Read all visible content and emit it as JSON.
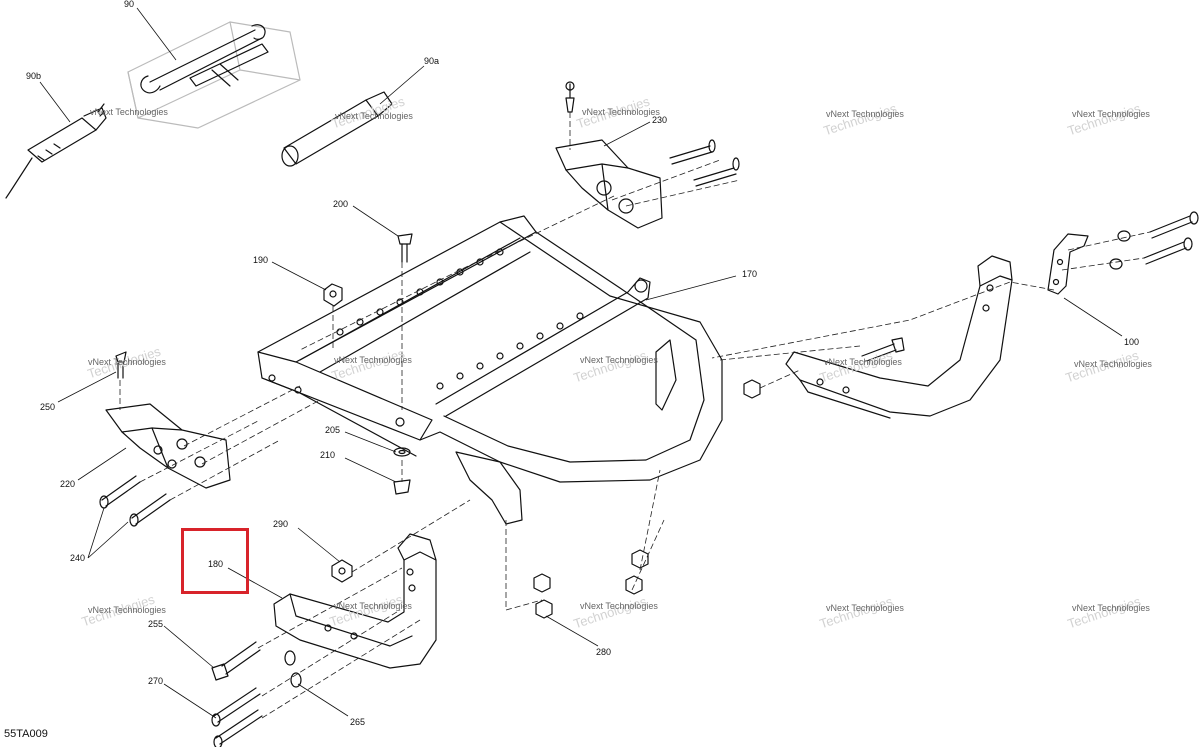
{
  "diagram_code": "55TA009",
  "watermark": {
    "line1": "vNext",
    "line2": "Technologies",
    "combined": "vNext Technologies"
  },
  "highlight_color": "#d8232a",
  "highlighted_callout": "180",
  "callouts": {
    "c90": "90",
    "c90a": "90a",
    "c90b": "90b",
    "c100": "100",
    "c170": "170",
    "c180": "180",
    "c190": "190",
    "c200": "200",
    "c205": "205",
    "c210": "210",
    "c220": "220",
    "c230": "230",
    "c240": "240",
    "c250": "250",
    "c255": "255",
    "c265": "265",
    "c270": "270",
    "c280": "280",
    "c290": "290"
  }
}
